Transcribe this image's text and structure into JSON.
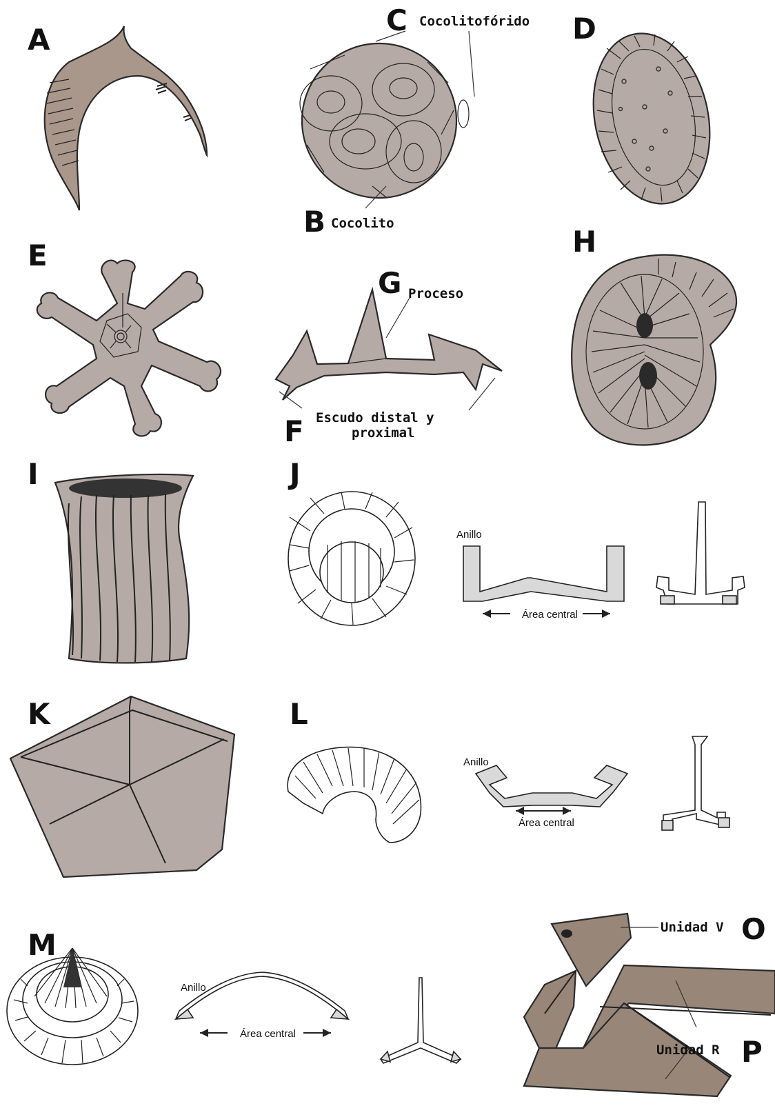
{
  "panels": {
    "A": "A",
    "B": "B",
    "C": "C",
    "D": "D",
    "E": "E",
    "F": "F",
    "G": "G",
    "H": "H",
    "I": "I",
    "J": "J",
    "K": "K",
    "L": "L",
    "M": "M",
    "O": "O",
    "P": "P"
  },
  "callouts": {
    "cocolitoforido": "Cocolitofórido",
    "cocolito": "Cocolito",
    "proceso": "Proceso",
    "escudo_line1": "Escudo distal y",
    "escudo_line2": "proximal",
    "unidad_v": "Unidad V",
    "unidad_r": "Unidad R"
  },
  "section_labels": {
    "j_anillo": "Anillo",
    "j_area": "Área central",
    "l_anillo": "Anillo",
    "l_area": "Área central",
    "m_anillo": "Anillo",
    "m_area": "Área central"
  },
  "colors": {
    "fill_light": "#b5aaa5",
    "fill_brown": "#a9978b",
    "fill_dark": "#988779",
    "ink": "#222222"
  }
}
